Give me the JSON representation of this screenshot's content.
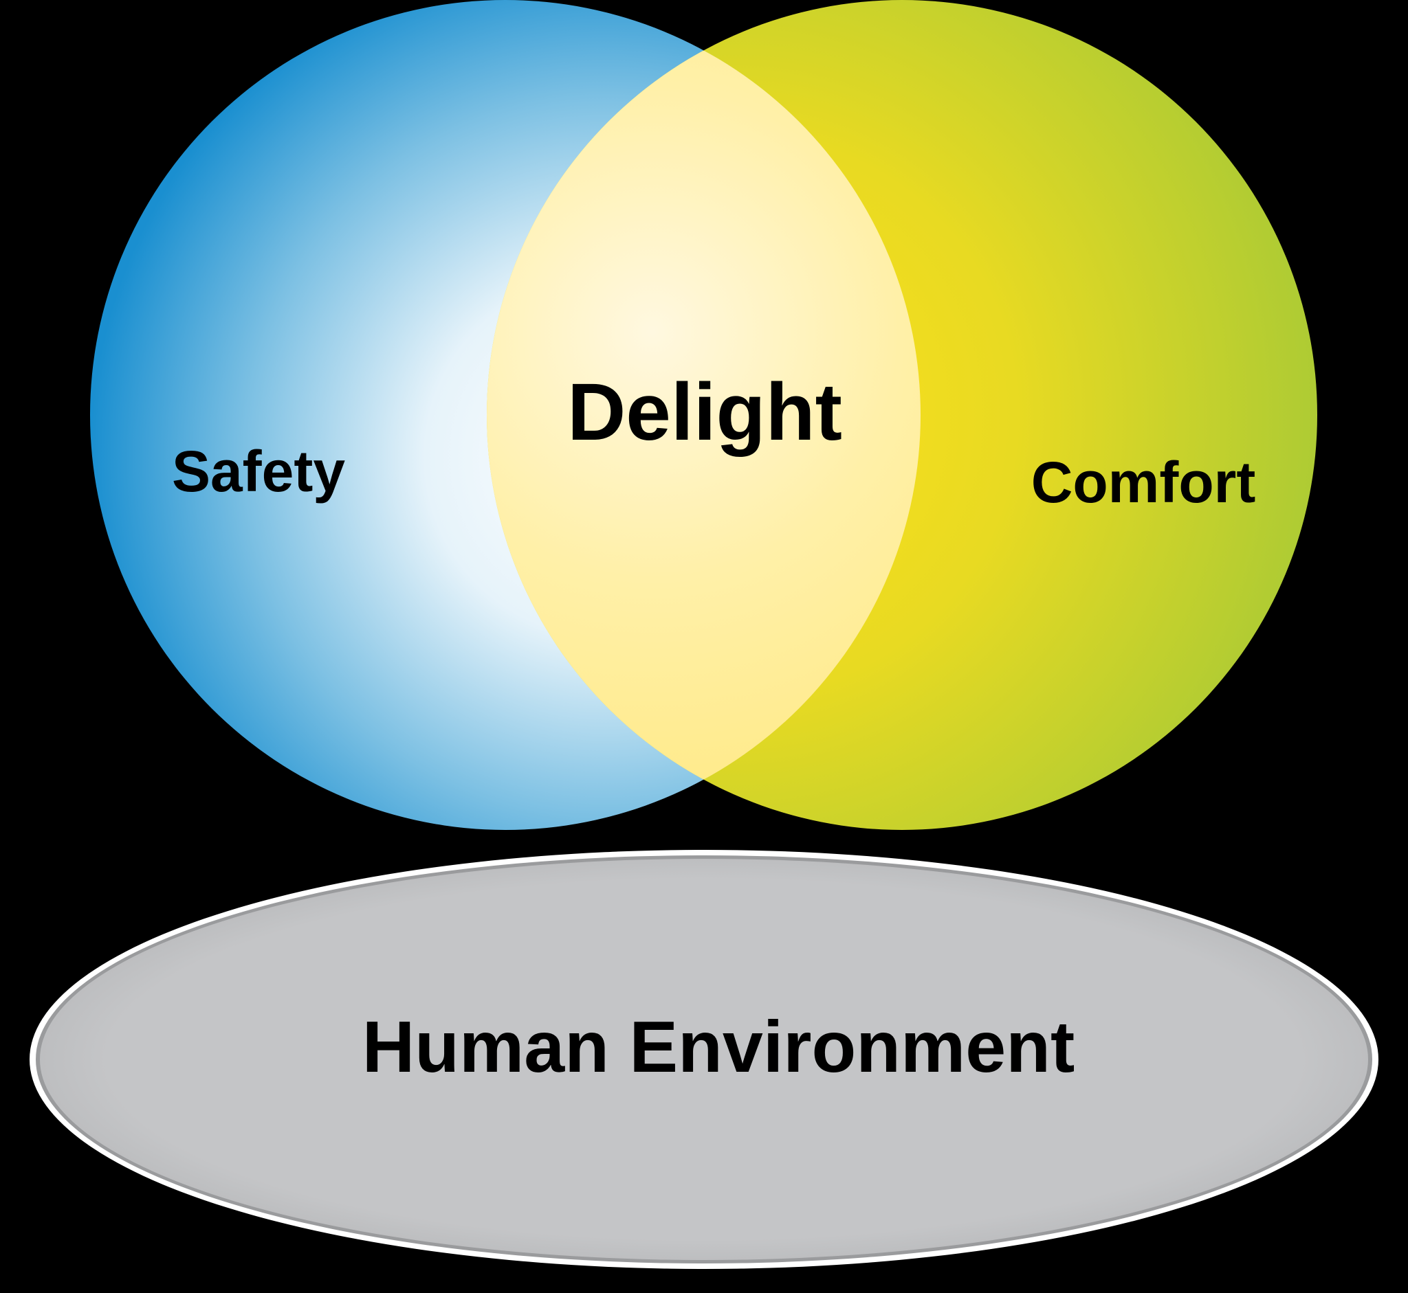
{
  "diagram": {
    "type": "venn",
    "sets": [
      {
        "label": "Safety",
        "color_edge": "#1a8fd0",
        "color_center": "#ffffff"
      },
      {
        "label": "Comfort",
        "color_edge": "#a8c93a",
        "color_center": "#ffe01a"
      }
    ],
    "intersection": {
      "label": "Delight",
      "color": "#ffe77a"
    },
    "base": {
      "label": "Human Environment",
      "color": "#c4c5c7",
      "outline": "#ffffff"
    }
  },
  "colors": {
    "background": "#000000",
    "text": "#000000"
  }
}
